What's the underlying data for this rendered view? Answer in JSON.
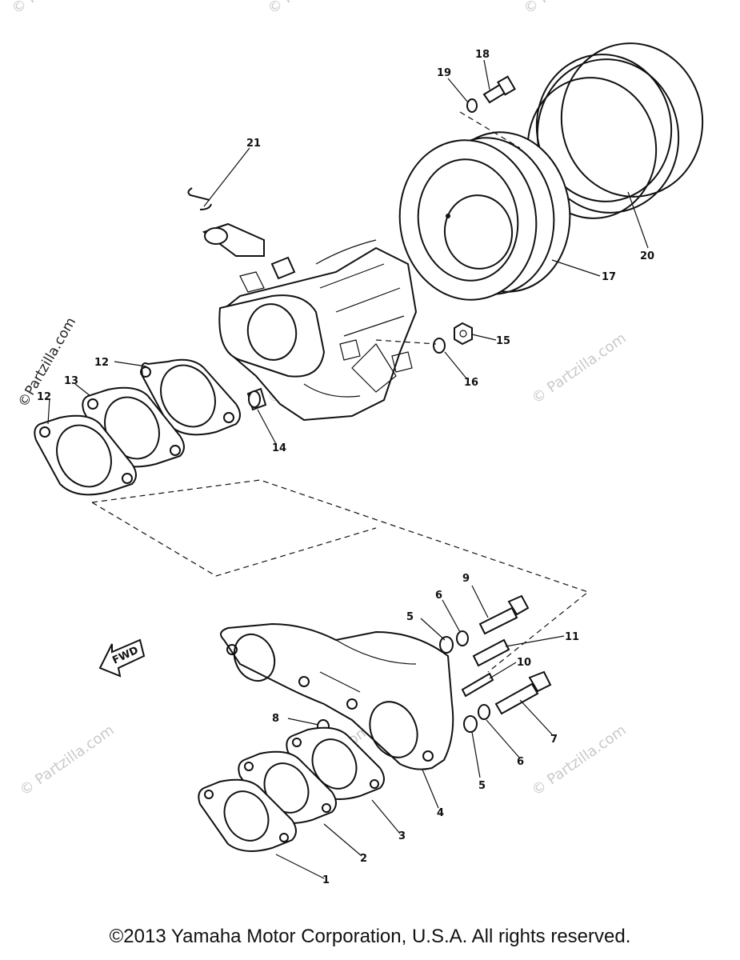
{
  "watermark": "© Partzilla.com",
  "side_watermark": "©Partzilla.com",
  "fwd_label": "FWD",
  "copyright": "©2013 Yamaha Motor Corporation, U.S.A. All rights reserved.",
  "callouts": [
    "1",
    "2",
    "3",
    "4",
    "5",
    "6",
    "7",
    "8",
    "9",
    "10",
    "11",
    "12",
    "13",
    "14",
    "15",
    "16",
    "17",
    "18",
    "19",
    "20",
    "21"
  ],
  "callouts_dup": {
    "5b": "5",
    "6b": "6",
    "12b": "12"
  }
}
